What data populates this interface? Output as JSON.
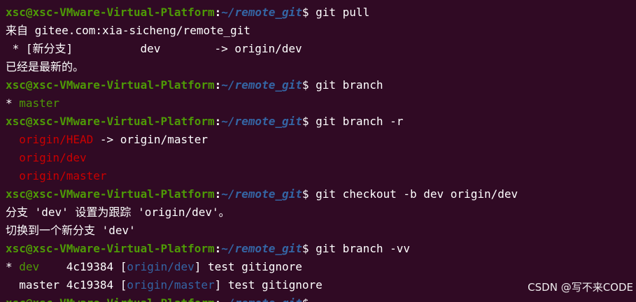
{
  "prompt": {
    "user": "xsc@xsc-VMware-Virtual-Platform",
    "colon": ":",
    "path": "~/remote_git",
    "dollar": "$"
  },
  "lines": [
    {
      "type": "prompt",
      "cmd": " git pull"
    },
    {
      "type": "output",
      "segments": [
        {
          "cls": "white",
          "text": "来自 gitee.com:xia-sicheng/remote_git"
        }
      ]
    },
    {
      "type": "output",
      "segments": [
        {
          "cls": "white",
          "text": " * [新分支]          dev        -> origin/dev"
        }
      ]
    },
    {
      "type": "output",
      "segments": [
        {
          "cls": "white",
          "text": "已经是最新的。"
        }
      ]
    },
    {
      "type": "prompt",
      "cmd": " git branch"
    },
    {
      "type": "output",
      "segments": [
        {
          "cls": "white",
          "text": "* "
        },
        {
          "cls": "green",
          "text": "master"
        }
      ]
    },
    {
      "type": "prompt",
      "cmd": " git branch -r"
    },
    {
      "type": "output",
      "segments": [
        {
          "cls": "white",
          "text": "  "
        },
        {
          "cls": "red",
          "text": "origin/HEAD"
        },
        {
          "cls": "white",
          "text": " -> origin/master"
        }
      ]
    },
    {
      "type": "output",
      "segments": [
        {
          "cls": "white",
          "text": "  "
        },
        {
          "cls": "red",
          "text": "origin/dev"
        }
      ]
    },
    {
      "type": "output",
      "segments": [
        {
          "cls": "white",
          "text": "  "
        },
        {
          "cls": "red",
          "text": "origin/master"
        }
      ]
    },
    {
      "type": "prompt",
      "cmd": " git checkout -b dev origin/dev"
    },
    {
      "type": "output",
      "segments": [
        {
          "cls": "white",
          "text": "分支 'dev' 设置为跟踪 'origin/dev'。"
        }
      ]
    },
    {
      "type": "output",
      "segments": [
        {
          "cls": "white",
          "text": "切换到一个新分支 'dev'"
        }
      ]
    },
    {
      "type": "prompt",
      "cmd": " git branch -vv"
    },
    {
      "type": "output",
      "segments": [
        {
          "cls": "white",
          "text": "* "
        },
        {
          "cls": "green",
          "text": "dev"
        },
        {
          "cls": "white",
          "text": "    4c19384 ["
        },
        {
          "cls": "blue",
          "text": "origin/dev"
        },
        {
          "cls": "white",
          "text": "] test gitignore"
        }
      ]
    },
    {
      "type": "output",
      "segments": [
        {
          "cls": "white",
          "text": "  master 4c19384 ["
        },
        {
          "cls": "blue",
          "text": "origin/master"
        },
        {
          "cls": "white",
          "text": "] test gitignore"
        }
      ]
    },
    {
      "type": "prompt",
      "cmd": ""
    }
  ],
  "watermark": "CSDN @写不来CODE",
  "colors": {
    "background": "#300a24",
    "prompt_user": "#4e9a06",
    "prompt_path": "#3465a4",
    "branch_local": "#4e9a06",
    "branch_remote": "#cc0000",
    "tracking": "#3465a4",
    "text": "#ffffff"
  }
}
